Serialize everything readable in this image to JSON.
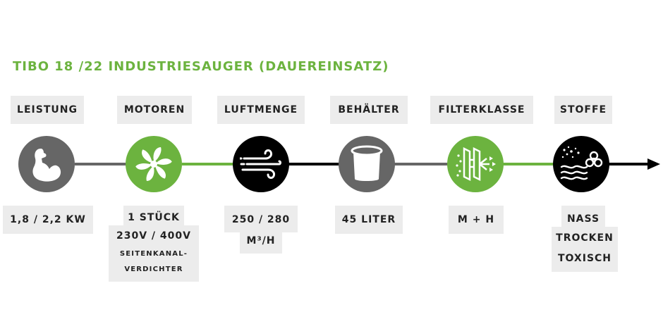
{
  "title": "TIBO 18 /22 INDUSTRIESAUGER (DAUEREINSATZ)",
  "colors": {
    "green": "#6cb33f",
    "gray": "#666666",
    "black": "#000000",
    "label_bg": "#ececec"
  },
  "steps": [
    {
      "label": "LEISTUNG",
      "icon": "muscle-arm-icon",
      "values": [
        "1,8 / 2,2 KW"
      ]
    },
    {
      "label": "MOTOREN",
      "icon": "fan-icon",
      "values": [
        "1 STÜCK",
        "230V / 400V",
        "SEITENKANAL-",
        "VERDICHTER"
      ]
    },
    {
      "label": "LUFTMENGE",
      "icon": "wind-icon",
      "values": [
        "250 / 280",
        "M³/H"
      ]
    },
    {
      "label": "BEHÄLTER",
      "icon": "container-icon",
      "values": [
        "45 LITER"
      ]
    },
    {
      "label": "FILTERKLASSE",
      "icon": "filter-icon",
      "values": [
        "M + H"
      ]
    },
    {
      "label": "STOFFE",
      "icon": "biohazard-icon",
      "values": [
        "NASS",
        "TROCKEN",
        "TOXISCH"
      ]
    }
  ]
}
